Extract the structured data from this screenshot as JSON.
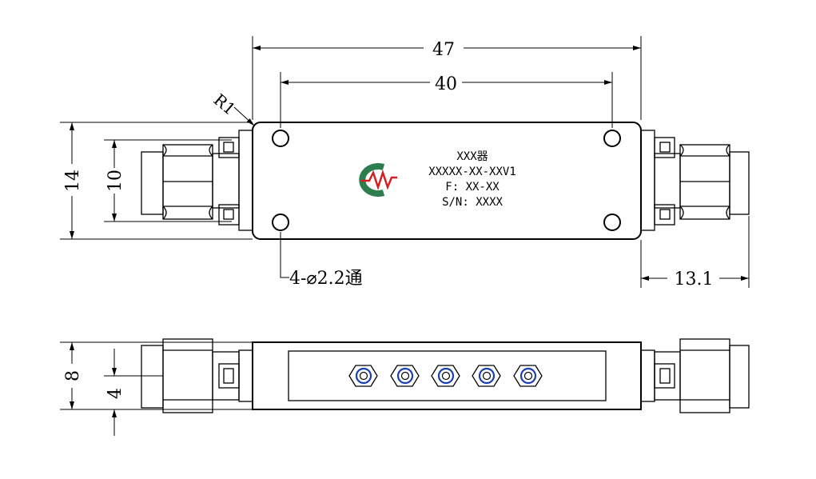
{
  "dimensions": {
    "overall_length": "47",
    "hole_spacing": "40",
    "corner_radius": "R1",
    "height_outer": "14",
    "height_inner": "10",
    "holes_spec": "4-⌀2.2通",
    "connector_length": "13.1",
    "side_height": "8",
    "side_offset": "4"
  },
  "label": {
    "line1": "XXX器",
    "line2": "XXXXX-XX-XXV1",
    "line3": "F: XX-XX",
    "line4": "S/N: XXXX"
  },
  "colors": {
    "logo_green": "#2e7d4f",
    "logo_red": "#d42020",
    "port_blue": "#1a3fb5"
  },
  "icons": {
    "logo": "company-logo-icon",
    "ports": "feedthrough-port-icon"
  }
}
